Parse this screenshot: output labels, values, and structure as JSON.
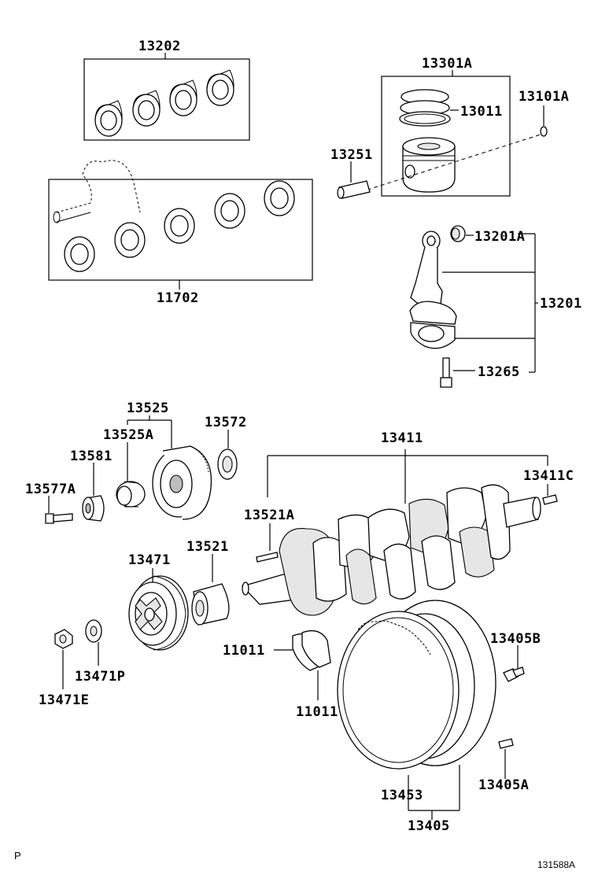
{
  "diagram": {
    "parts": {
      "p13202": "13202",
      "p13301A": "13301A",
      "p13011": "13011",
      "p13101A": "13101A",
      "p13251": "13251",
      "p11702": "11702",
      "p13201A": "13201A",
      "p13201": "13201",
      "p13265": "13265",
      "p13525": "13525",
      "p13525A": "13525A",
      "p13572": "13572",
      "p13581": "13581",
      "p13577A": "13577A",
      "p13411": "13411",
      "p13411C": "13411C",
      "p13521A": "13521A",
      "p13471": "13471",
      "p13521": "13521",
      "p11011a": "11011",
      "p11011b": "11011",
      "p13405B": "13405B",
      "p13471P": "13471P",
      "p13471E": "13471E",
      "p13453": "13453",
      "p13405A": "13405A",
      "p13405": "13405"
    },
    "corner_mark": "P",
    "figure_code": "131588A"
  }
}
